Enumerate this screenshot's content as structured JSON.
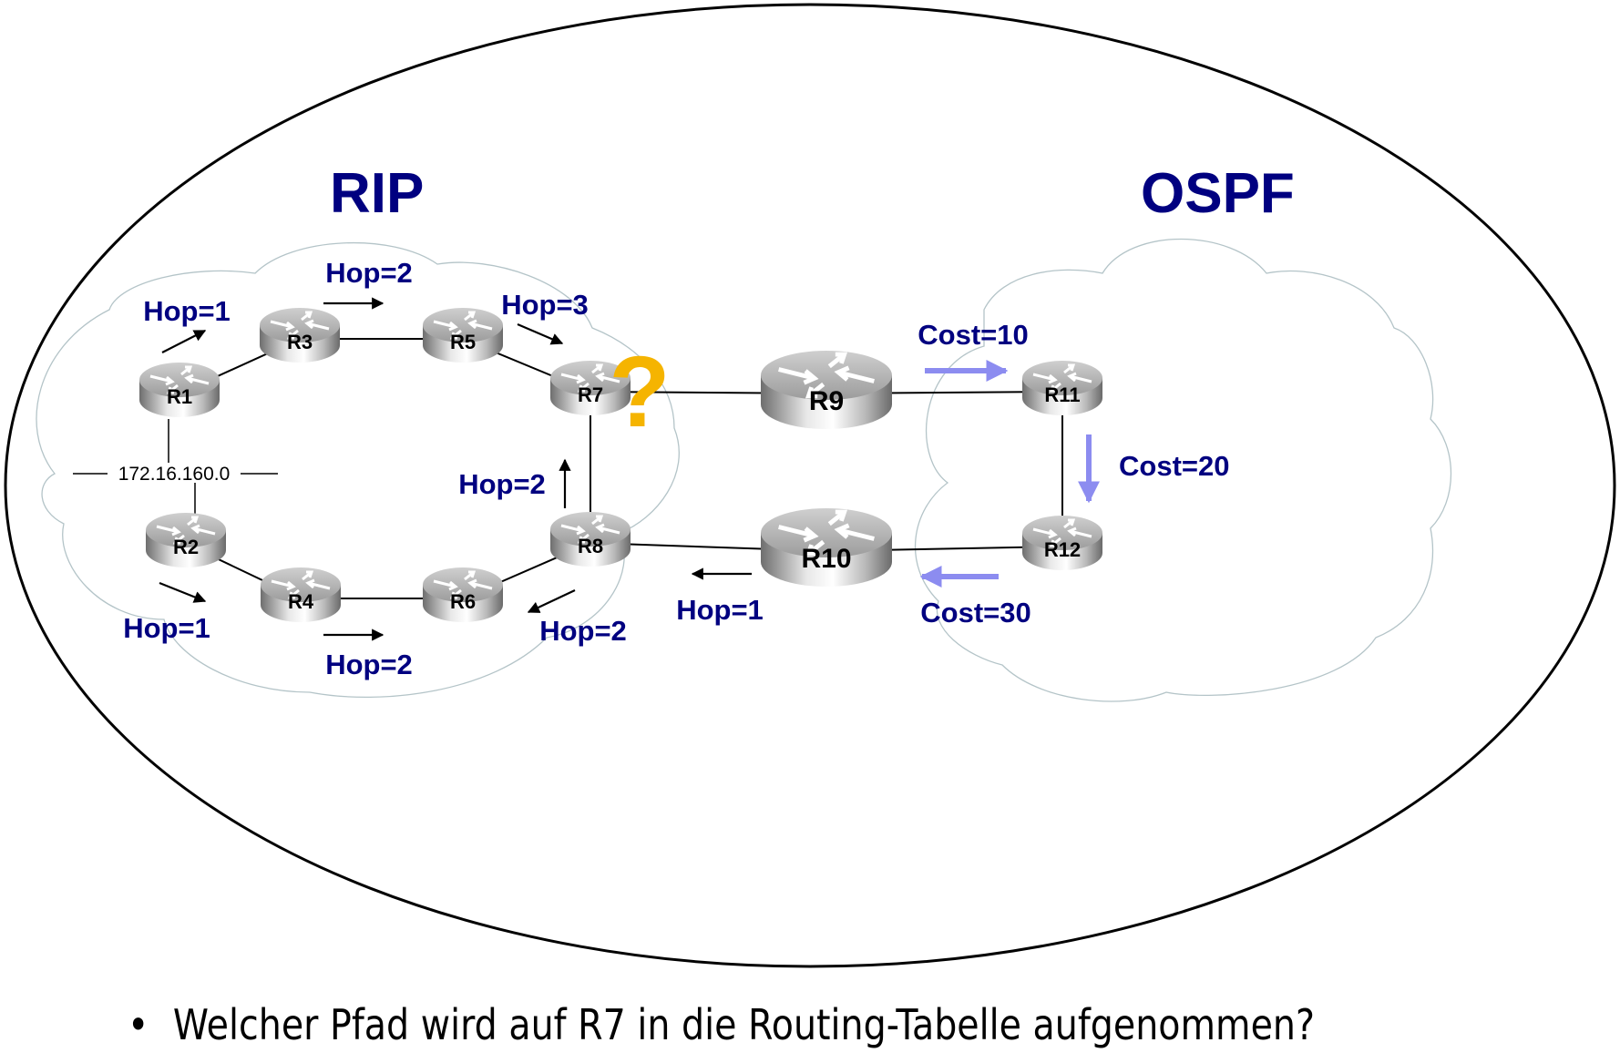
{
  "regions": {
    "rip": {
      "title": "RIP"
    },
    "ospf": {
      "title": "OSPF"
    }
  },
  "network_label": "172.16.160.0",
  "question_mark": "?",
  "colors": {
    "title_text": "#000080",
    "hop_arrow": "#000000",
    "cost_arrow": "#8c8cf0",
    "question_mark": "#f5b400",
    "cloud_outline": "#b4c4c8",
    "ellipse_outline": "#000000"
  },
  "routers": [
    {
      "id": "R1",
      "label": "R1",
      "size": "small"
    },
    {
      "id": "R2",
      "label": "R2",
      "size": "small"
    },
    {
      "id": "R3",
      "label": "R3",
      "size": "small"
    },
    {
      "id": "R4",
      "label": "R4",
      "size": "small"
    },
    {
      "id": "R5",
      "label": "R5",
      "size": "small"
    },
    {
      "id": "R6",
      "label": "R6",
      "size": "small"
    },
    {
      "id": "R7",
      "label": "R7",
      "size": "small"
    },
    {
      "id": "R8",
      "label": "R8",
      "size": "small"
    },
    {
      "id": "R9",
      "label": "R9",
      "size": "large"
    },
    {
      "id": "R10",
      "label": "R10",
      "size": "large"
    },
    {
      "id": "R11",
      "label": "R11",
      "size": "small"
    },
    {
      "id": "R12",
      "label": "R12",
      "size": "small"
    }
  ],
  "links": [
    [
      "R1",
      "R3"
    ],
    [
      "R3",
      "R5"
    ],
    [
      "R5",
      "R7"
    ],
    [
      "R2",
      "R4"
    ],
    [
      "R4",
      "R6"
    ],
    [
      "R6",
      "R8"
    ],
    [
      "R7",
      "R8"
    ],
    [
      "R7",
      "R9"
    ],
    [
      "R9",
      "R11"
    ],
    [
      "R11",
      "R12"
    ],
    [
      "R12",
      "R10"
    ],
    [
      "R10",
      "R8"
    ]
  ],
  "metrics": [
    {
      "id": "hop-r1-r3",
      "text": "Hop=1",
      "type": "hop",
      "direction": "R1→R3"
    },
    {
      "id": "hop-r3-r5",
      "text": "Hop=2",
      "type": "hop",
      "direction": "R3→R5"
    },
    {
      "id": "hop-r5-r7",
      "text": "Hop=3",
      "type": "hop",
      "direction": "R5→R7"
    },
    {
      "id": "hop-r2-r4",
      "text": "Hop=1",
      "type": "hop",
      "direction": "R2→R4"
    },
    {
      "id": "hop-r4-r6",
      "text": "Hop=2",
      "type": "hop",
      "direction": "R4→R6"
    },
    {
      "id": "hop-r8-r6",
      "text": "Hop=2",
      "type": "hop",
      "direction": "R8→R6"
    },
    {
      "id": "hop-r8-r7",
      "text": "Hop=2",
      "type": "hop",
      "direction": "R8→R7"
    },
    {
      "id": "hop-r10-r8",
      "text": "Hop=1",
      "type": "hop",
      "direction": "R10→R8"
    },
    {
      "id": "cost-r9-r11",
      "text": "Cost=10",
      "type": "cost",
      "direction": "R9→R11"
    },
    {
      "id": "cost-r11-r12",
      "text": "Cost=20",
      "type": "cost",
      "direction": "R11→R12"
    },
    {
      "id": "cost-r12-r10",
      "text": "Cost=30",
      "type": "cost",
      "direction": "R12→R10"
    }
  ],
  "caption": {
    "bullet": "•",
    "text": "Welcher Pfad wird auf R7 in die Routing-Tabelle aufgenommen?"
  }
}
